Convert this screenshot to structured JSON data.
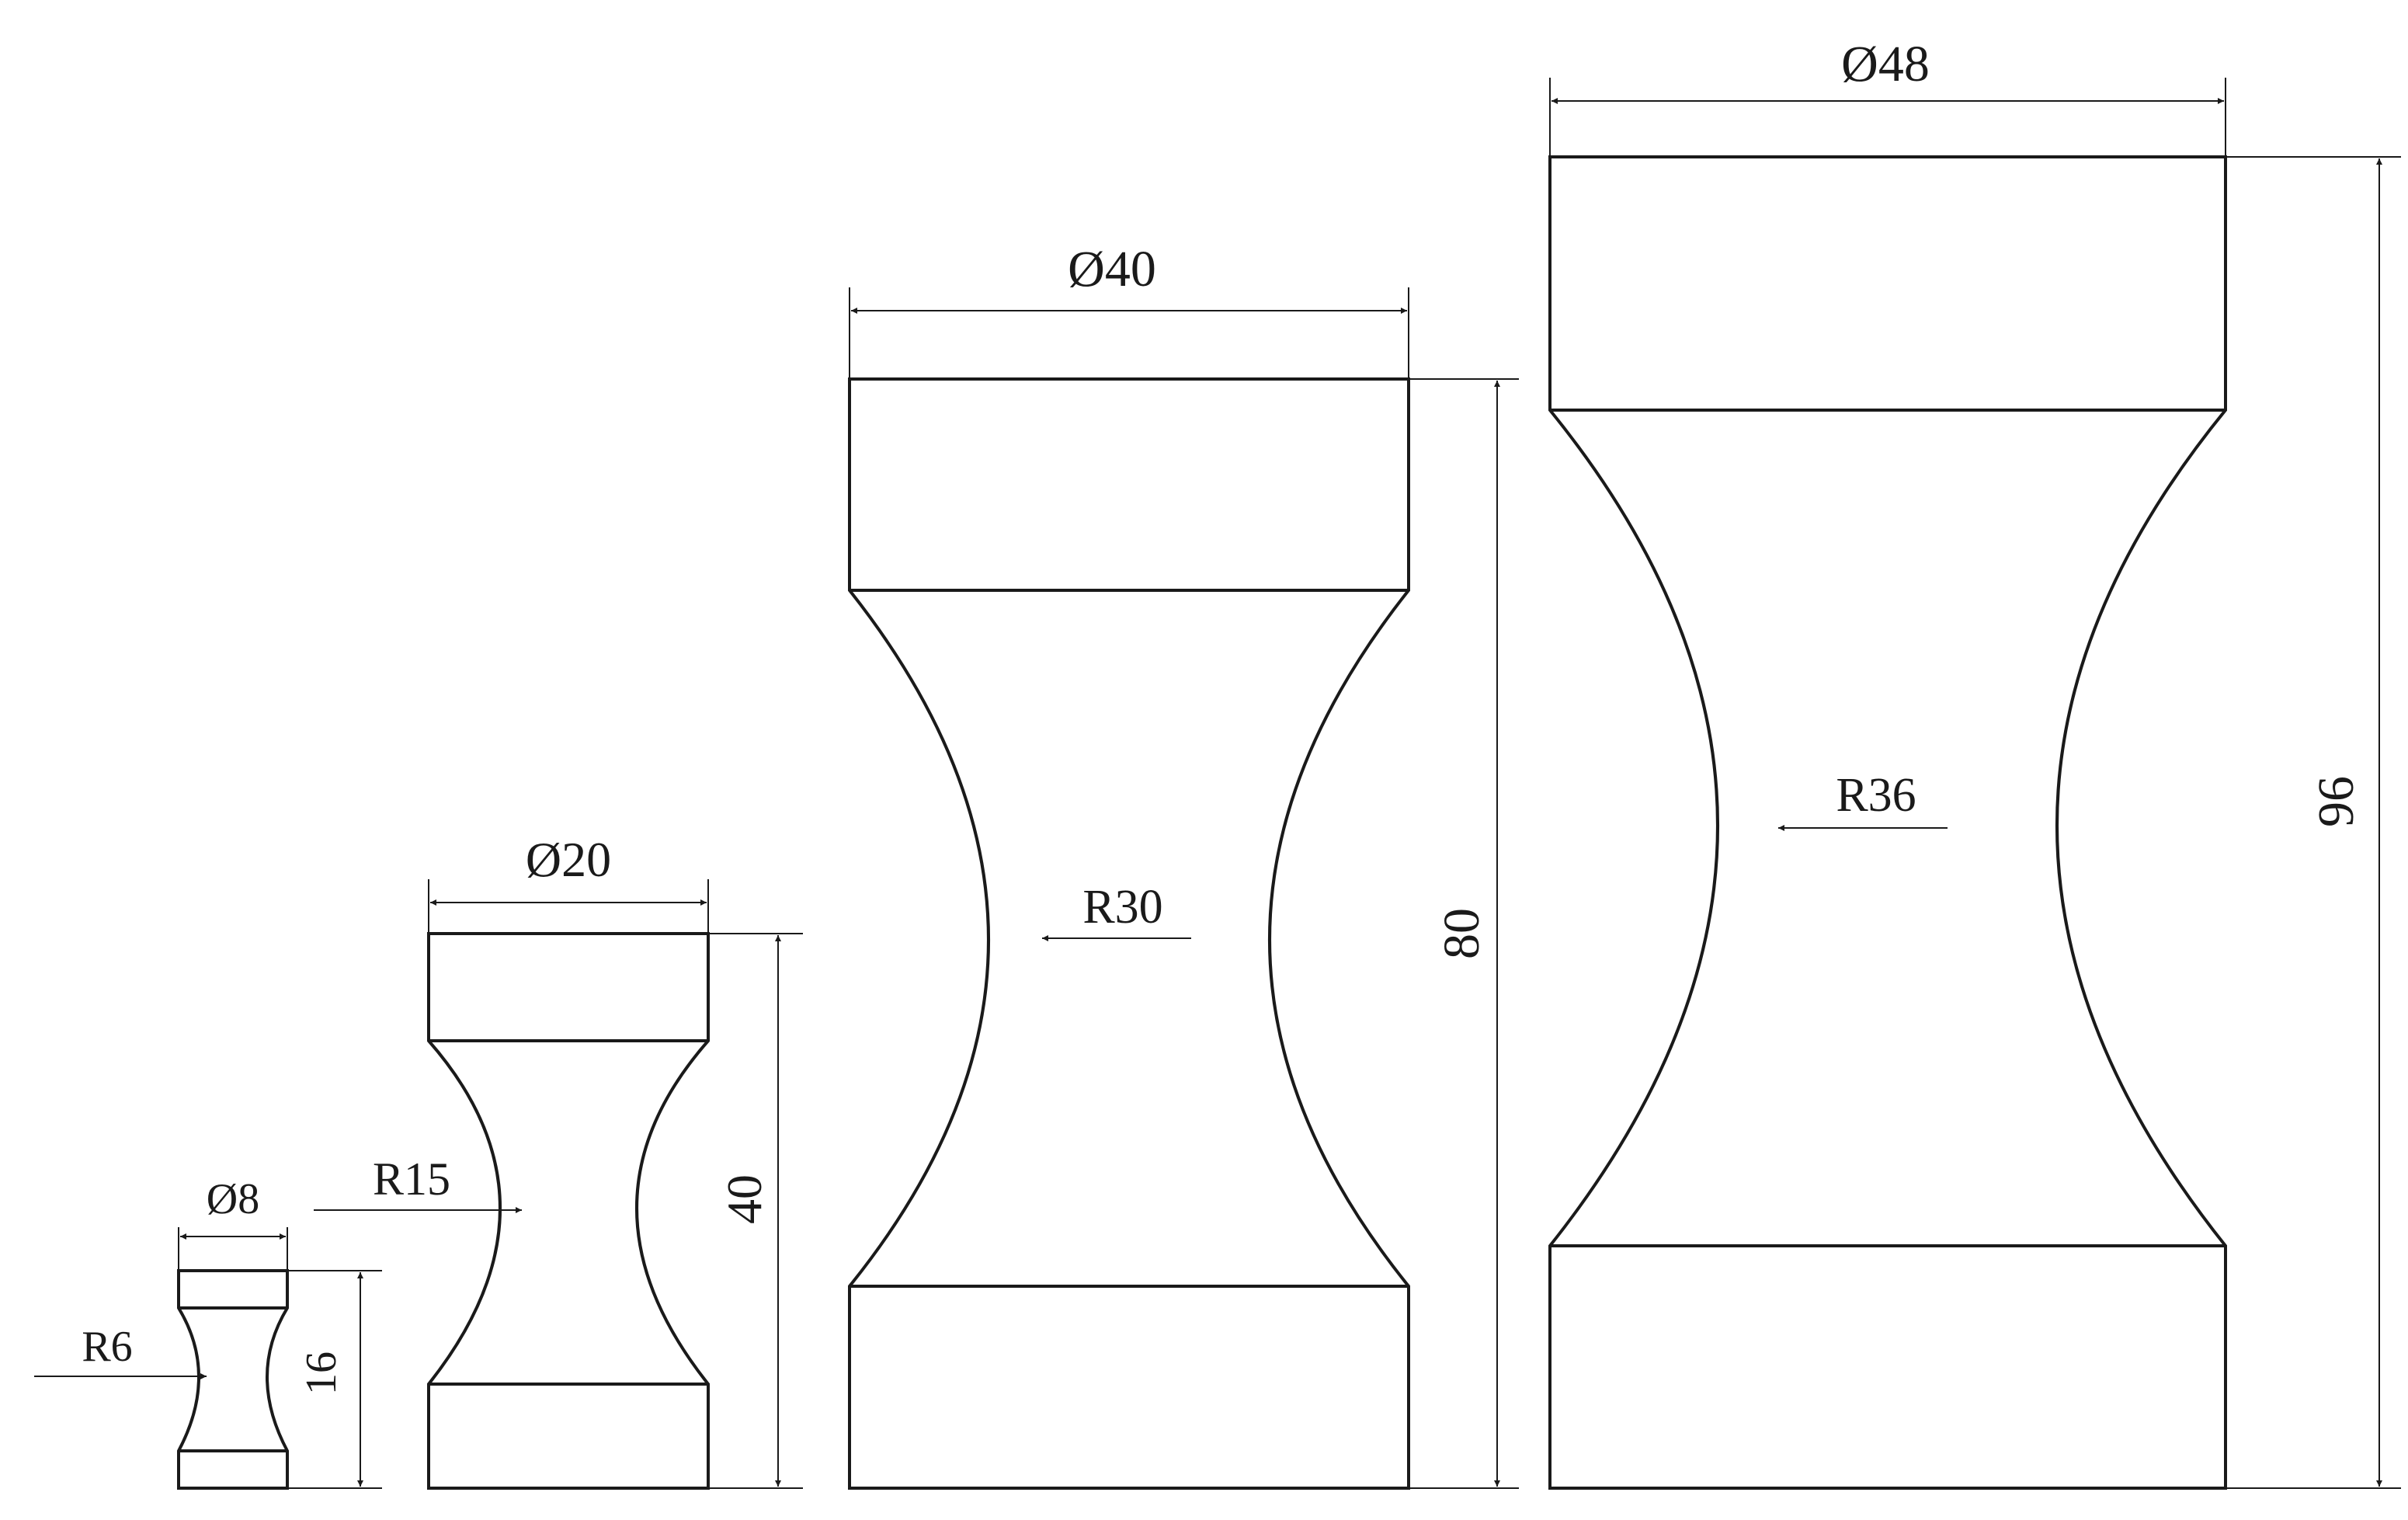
{
  "specimens": [
    {
      "diameter": "Ø8",
      "height": "16",
      "radius": "R6"
    },
    {
      "diameter": "Ø20",
      "height": "40",
      "radius": "R15"
    },
    {
      "diameter": "Ø40",
      "height": "80",
      "radius": "R30"
    },
    {
      "diameter": "Ø48",
      "height": "96",
      "radius": "R36"
    }
  ]
}
